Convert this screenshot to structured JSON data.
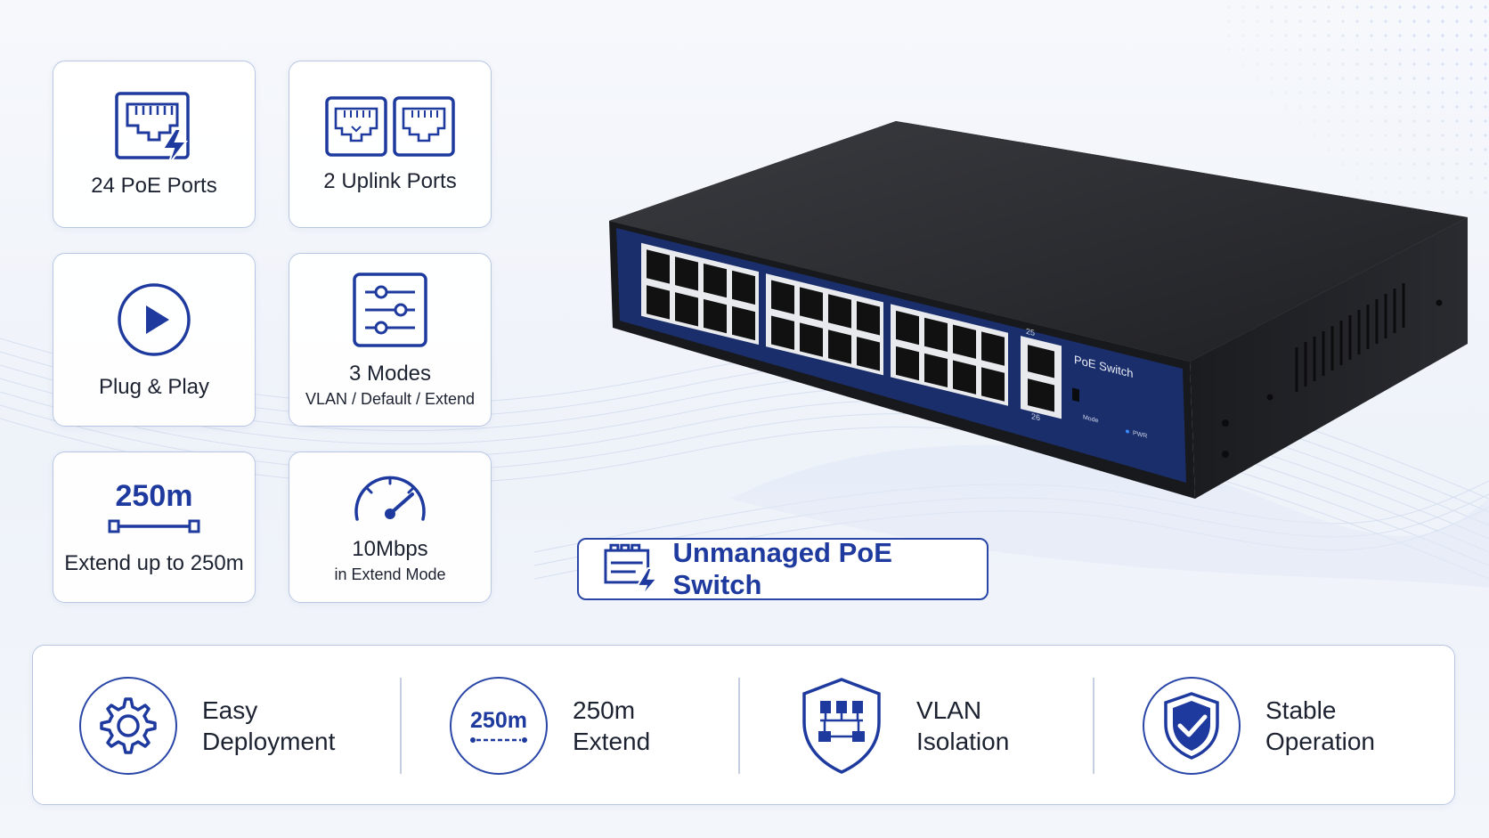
{
  "cards": {
    "poe_ports": "24 PoE Ports",
    "uplink_ports": "2 Uplink Ports",
    "plug_play": "Plug & Play",
    "modes_title": "3 Modes",
    "modes_sub": "VLAN / Default / Extend",
    "extend_big": "250m",
    "extend_label": "Extend up to 250m",
    "speed_title": "10Mbps",
    "speed_sub": "in Extend Mode"
  },
  "product": {
    "badge": "Unmanaged PoE Switch",
    "panel_label": "PoE Switch",
    "mode_label": "Mode",
    "pwr_label": "PWR",
    "port_25": "25",
    "port_26": "26"
  },
  "features": [
    {
      "line1": "Easy",
      "line2": "Deployment",
      "icon": "gear-icon"
    },
    {
      "line1": "250m",
      "line2": "Extend",
      "icon_text": "250m"
    },
    {
      "line1": "VLAN",
      "line2": "Isolation",
      "icon": "shield-network-icon"
    },
    {
      "line1": "Stable",
      "line2": "Operation",
      "icon": "shield-check-icon"
    }
  ],
  "colors": {
    "brand": "#1e3a9e",
    "border": "#b9c6e3",
    "panel": "#1a2e6b"
  }
}
